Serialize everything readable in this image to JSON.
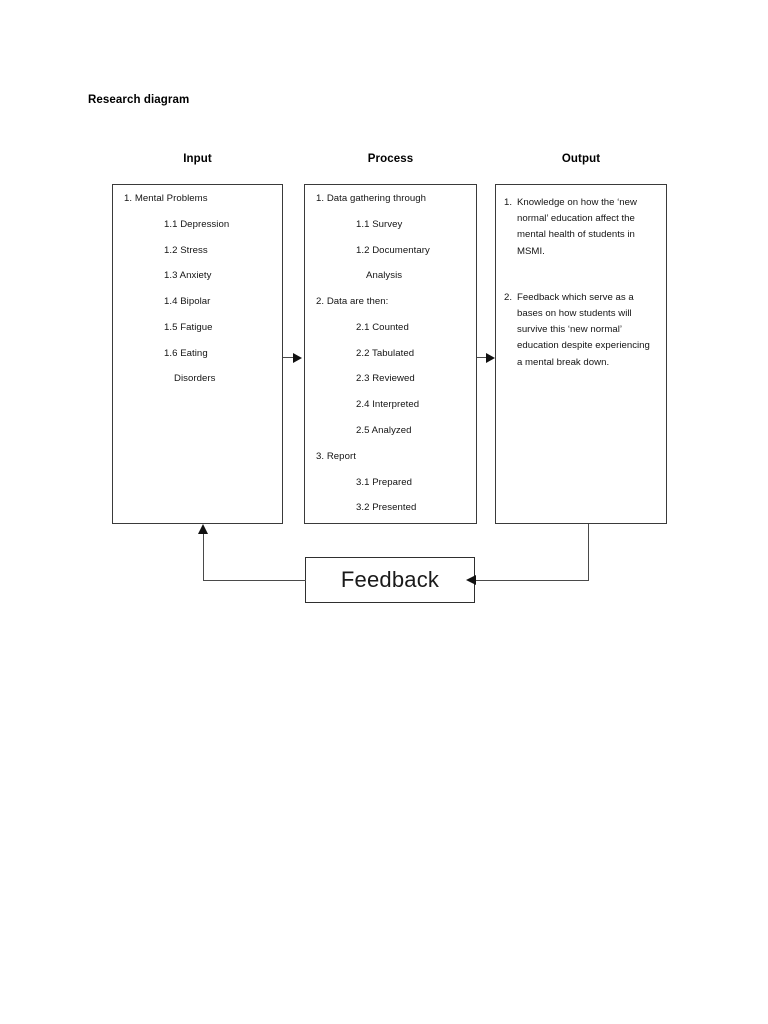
{
  "document": {
    "title": "Research diagram"
  },
  "columns": {
    "input_header": "Input",
    "process_header": "Process",
    "output_header": "Output"
  },
  "input_box": {
    "lines": [
      {
        "text": "1. Mental Problems",
        "level": 0
      },
      {
        "text": "1.1 Depression",
        "level": 1
      },
      {
        "text": "1.2 Stress",
        "level": 1
      },
      {
        "text": "1.3 Anxiety",
        "level": 1
      },
      {
        "text": "1.4 Bipolar",
        "level": 1
      },
      {
        "text": "1.5 Fatigue",
        "level": 1
      },
      {
        "text": "1.6 Eating",
        "level": 1
      },
      {
        "text": "Disorders",
        "level": 2
      }
    ]
  },
  "process_box": {
    "lines": [
      {
        "text": "1. Data gathering through",
        "level": 0
      },
      {
        "text": "1.1 Survey",
        "level": 1
      },
      {
        "text": "1.2 Documentary",
        "level": 1
      },
      {
        "text": "Analysis",
        "level": 2
      },
      {
        "text": "2. Data are then:",
        "level": 0
      },
      {
        "text": "2.1 Counted",
        "level": 1
      },
      {
        "text": "2.2 Tabulated",
        "level": 1
      },
      {
        "text": "2.3 Reviewed",
        "level": 1
      },
      {
        "text": "2.4 Interpreted",
        "level": 1
      },
      {
        "text": "2.5 Analyzed",
        "level": 1
      },
      {
        "text": "3. Report",
        "level": 0
      },
      {
        "text": "3.1 Prepared",
        "level": 1
      },
      {
        "text": "3.2 Presented",
        "level": 1
      }
    ]
  },
  "output_box": {
    "items": [
      {
        "number": "1.",
        "text": "Knowledge on how the ‘new normal’ education affect the mental health of students in MSMI."
      },
      {
        "number": "2.",
        "text": "Feedback which serve as a bases on how students will survive this ‘new normal’ education despite experiencing a mental break down."
      }
    ]
  },
  "feedback_box": {
    "label": "Feedback"
  },
  "connectors": {
    "input_to_process": "arrow-right",
    "process_to_output": "arrow-right",
    "output_to_feedback": "arrow-left",
    "feedback_to_input": "arrow-up"
  },
  "colors": {
    "page_background": "#ffffff",
    "text": "#141414",
    "box_border": "#3a3a3a",
    "connector": "#4a4a4a",
    "arrowhead": "#111111"
  }
}
